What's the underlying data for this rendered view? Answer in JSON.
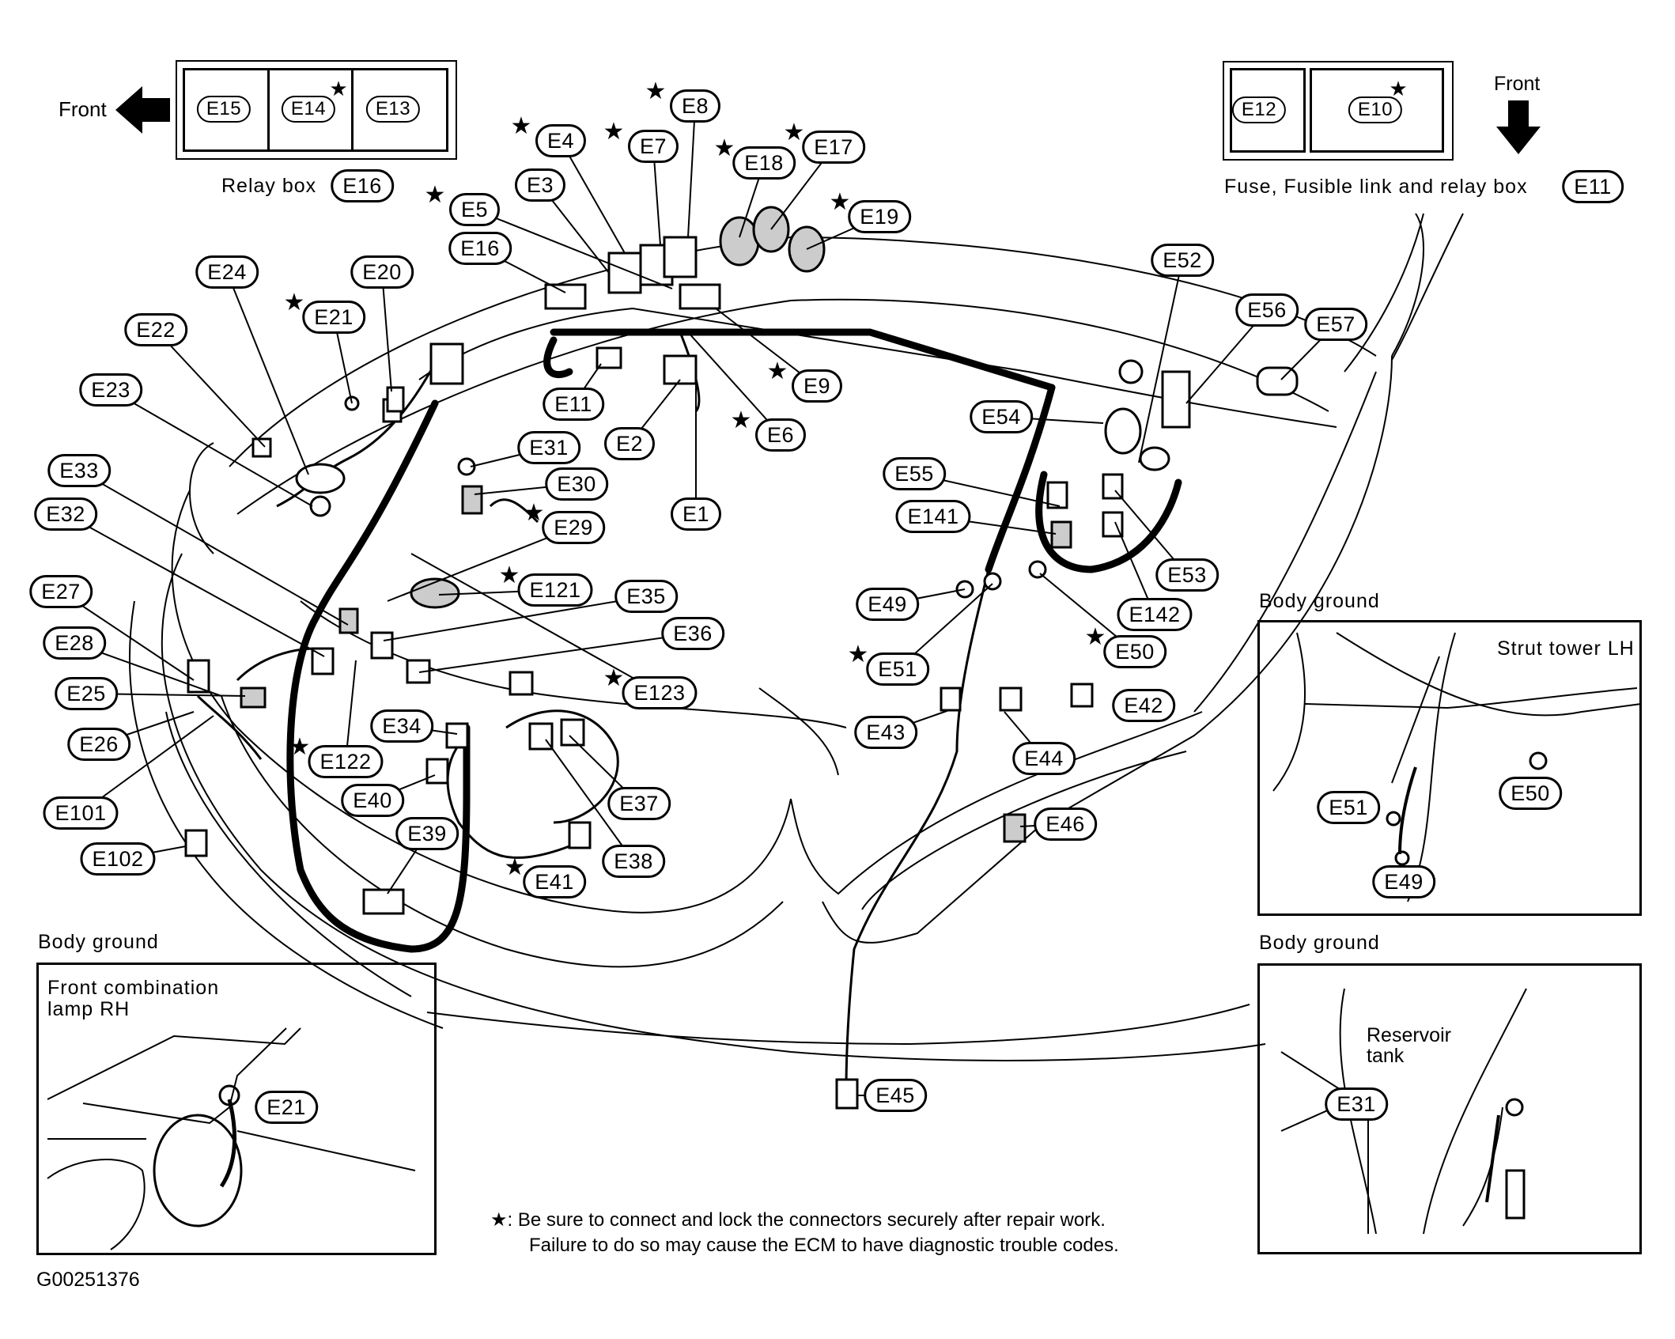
{
  "figure_id": "G00251376",
  "relay_box": {
    "front_label": "Front",
    "caption": "Relay box",
    "caption_connector": "E16",
    "cells": [
      {
        "label": "E15",
        "starred": false
      },
      {
        "label": "E14",
        "starred": true
      },
      {
        "label": "E13",
        "starred": false
      }
    ]
  },
  "fuse_box": {
    "front_label": "Front",
    "caption": "Fuse, Fusible link and relay box",
    "caption_connector": "E11",
    "cells": [
      {
        "label": "E12",
        "starred": false
      },
      {
        "label": "E10",
        "starred": true
      }
    ]
  },
  "connectors": [
    {
      "id": "E8",
      "starred": true
    },
    {
      "id": "E4",
      "starred": true
    },
    {
      "id": "E7",
      "starred": true
    },
    {
      "id": "E18",
      "starred": true
    },
    {
      "id": "E17",
      "starred": true
    },
    {
      "id": "E3",
      "starred": false
    },
    {
      "id": "E19",
      "starred": true
    },
    {
      "id": "E5",
      "starred": true
    },
    {
      "id": "E16",
      "starred": false
    },
    {
      "id": "E24",
      "starred": false
    },
    {
      "id": "E20",
      "starred": false
    },
    {
      "id": "E21",
      "starred": true
    },
    {
      "id": "E22",
      "starred": false
    },
    {
      "id": "E23",
      "starred": false
    },
    {
      "id": "E11",
      "starred": false
    },
    {
      "id": "E2",
      "starred": false
    },
    {
      "id": "E9",
      "starred": true
    },
    {
      "id": "E6",
      "starred": true
    },
    {
      "id": "E1",
      "starred": false
    },
    {
      "id": "E31",
      "starred": false
    },
    {
      "id": "E30",
      "starred": false
    },
    {
      "id": "E29",
      "starred": true
    },
    {
      "id": "E121",
      "starred": true
    },
    {
      "id": "E35",
      "starred": false
    },
    {
      "id": "E36",
      "starred": false
    },
    {
      "id": "E123",
      "starred": true
    },
    {
      "id": "E33",
      "starred": false
    },
    {
      "id": "E32",
      "starred": false
    },
    {
      "id": "E27",
      "starred": false
    },
    {
      "id": "E28",
      "starred": false
    },
    {
      "id": "E25",
      "starred": false
    },
    {
      "id": "E26",
      "starred": false
    },
    {
      "id": "E101",
      "starred": false
    },
    {
      "id": "E102",
      "starred": false
    },
    {
      "id": "E34",
      "starred": false
    },
    {
      "id": "E122",
      "starred": true
    },
    {
      "id": "E40",
      "starred": false
    },
    {
      "id": "E39",
      "starred": false
    },
    {
      "id": "E37",
      "starred": false
    },
    {
      "id": "E38",
      "starred": false
    },
    {
      "id": "E41",
      "starred": true
    },
    {
      "id": "E52",
      "starred": false
    },
    {
      "id": "E56",
      "starred": false
    },
    {
      "id": "E57",
      "starred": false
    },
    {
      "id": "E54",
      "starred": false
    },
    {
      "id": "E55",
      "starred": false
    },
    {
      "id": "E141",
      "starred": false
    },
    {
      "id": "E53",
      "starred": false
    },
    {
      "id": "E142",
      "starred": false
    },
    {
      "id": "E50",
      "starred": true
    },
    {
      "id": "E49",
      "starred": false
    },
    {
      "id": "E51",
      "starred": true
    },
    {
      "id": "E43",
      "starred": false
    },
    {
      "id": "E44",
      "starred": false
    },
    {
      "id": "E42",
      "starred": false
    },
    {
      "id": "E46",
      "starred": false
    },
    {
      "id": "E45",
      "starred": false
    }
  ],
  "insets": {
    "strut_tower": {
      "title": "Body ground",
      "part_label": "Strut tower LH",
      "connectors": [
        "E51",
        "E50",
        "E49"
      ]
    },
    "reservoir": {
      "title": "Body ground",
      "part_label_line1": "Reservoir",
      "part_label_line2": "tank",
      "connectors": [
        "E31"
      ]
    },
    "front_lamp": {
      "title": "Body ground",
      "part_label_line1": "Front combination",
      "part_label_line2": "lamp RH",
      "connectors": [
        "E21"
      ]
    }
  },
  "note": {
    "symbol": "★",
    "line1": ": Be sure to connect and lock the connectors securely after repair work.",
    "line2": "Failure to do so may cause the ECM to have diagnostic trouble codes."
  }
}
